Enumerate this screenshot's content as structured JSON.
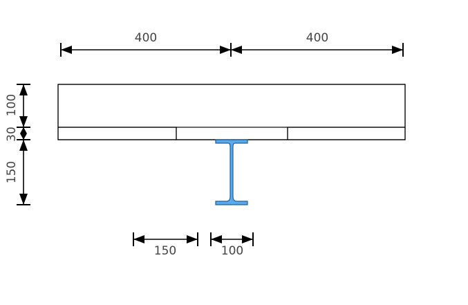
{
  "diagram": {
    "top_dimensions": [
      "400",
      "400"
    ],
    "left_dimensions": [
      "100",
      "30",
      "150"
    ],
    "bottom_dimensions": [
      "150",
      "100"
    ],
    "colors": {
      "steel_fill": "#5aa9ea",
      "steel_stroke": "#1f5f9a",
      "line": "#000000",
      "text": "#444444"
    },
    "steel_icon": "i-beam-section"
  }
}
